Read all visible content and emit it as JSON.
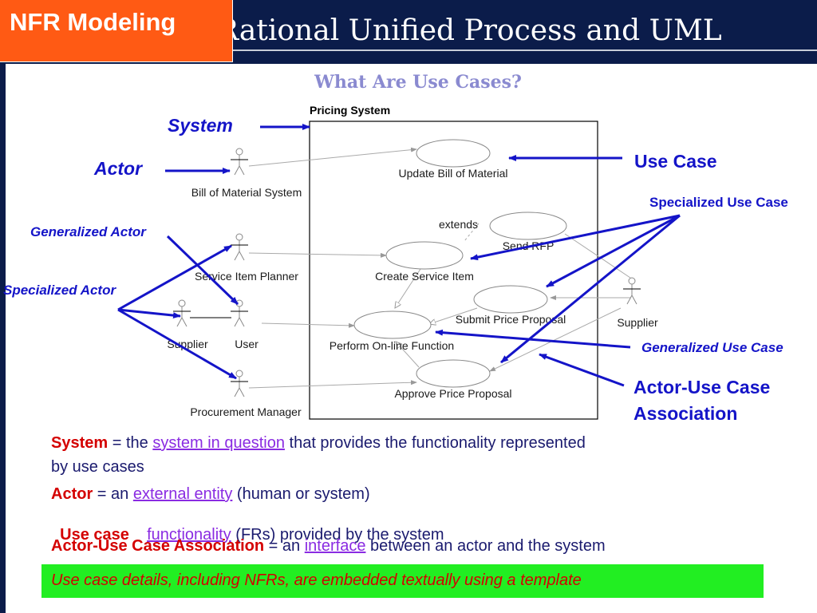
{
  "slide": {
    "tag": "NFR Modeling",
    "header_title": "Rational Unified Process and UML",
    "diagram_title": "What Are Use Cases?"
  },
  "diagram": {
    "system_box_label": "Pricing System",
    "actors": {
      "bill_of_material_system": "Bill of Material System",
      "service_item_planner": "Service Item  Planner",
      "supplier_left": "Supplier",
      "user": "User",
      "procurement_manager": "Procurement Manager",
      "supplier_right": "Supplier"
    },
    "use_cases": {
      "update_bill": "Update Bill of Material",
      "send_rfp": "Send RFP",
      "create_service_item": "Create Service Item",
      "submit_price_proposal": "Submit Price Proposal",
      "perform_online_function": "Perform On-line Function",
      "approve_price_proposal": "Approve Price Proposal"
    },
    "extends_label": "extends",
    "annotations": {
      "system": "System",
      "actor": "Actor",
      "generalized_actor": "Generalized Actor",
      "specialized_actor": "Specialized Actor",
      "use_case": "Use Case",
      "specialized_use_case": "Specialized Use Case",
      "generalized_use_case": "Generalized Use Case",
      "actor_use_case_association_1": "Actor-Use Case",
      "actor_use_case_association_2": "Association"
    },
    "colors": {
      "annotation_blue": "#1414c8",
      "diagram_gray": "#aaaaaa"
    }
  },
  "definitions": {
    "system": {
      "term": "System",
      "pre": " = the ",
      "link": "system in question",
      "post": " that provides the functionality represented",
      "line2": "by use cases"
    },
    "actor": {
      "term": "Actor",
      "pre": " = an ",
      "link": "external entity",
      "post": " (human or system)"
    },
    "use_case": {
      "term": "Use case",
      "pre": "    ",
      "link": "functionality",
      "post": " (FRs) provided by the system"
    },
    "association": {
      "term": "Actor-Use Case Association",
      "pre": " = an ",
      "link": "interface",
      "post": " between an actor and the system"
    }
  },
  "banner": {
    "text": "Use case details, including NFRs, are embedded textually using a template",
    "background": "#22ee22",
    "text_color": "#d40000"
  },
  "theme": {
    "header_bg": "#0b1c4a",
    "tag_bg": "#ff5a14",
    "term_color": "#d40000",
    "link_color": "#8a2be2",
    "body_text": "#1a1a6e"
  }
}
